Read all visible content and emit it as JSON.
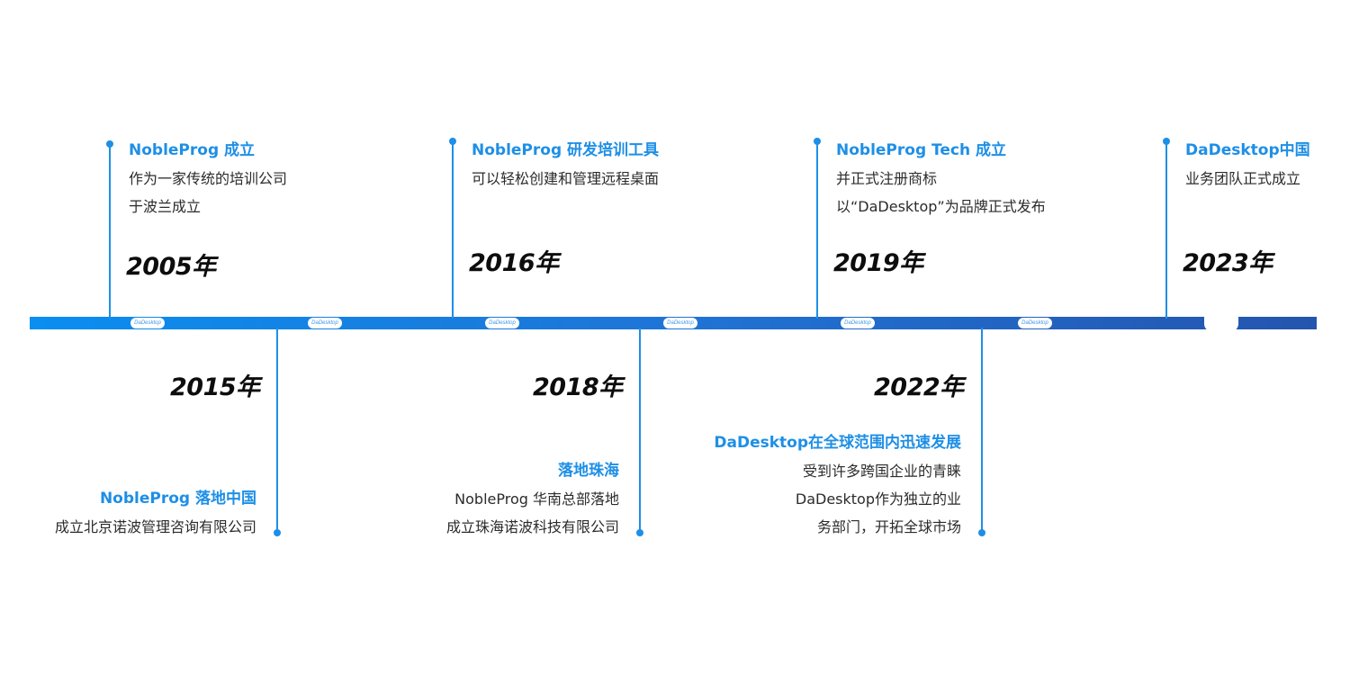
{
  "watermark": "DaDesktop",
  "events_top": [
    {
      "year": "2005年",
      "title": "NobleProg 成立",
      "lines": [
        "作为一家传统的培训公司",
        "于波兰成立"
      ]
    },
    {
      "year": "2016年",
      "title": "NobleProg 研发培训工具",
      "lines": [
        "可以轻松创建和管理远程桌面"
      ]
    },
    {
      "year": "2019年",
      "title": "NobleProg Tech 成立",
      "lines": [
        "并正式注册商标",
        "以“DaDesktop”为品牌正式发布"
      ]
    },
    {
      "year": "2023年",
      "title": "DaDesktop中国",
      "lines": [
        "业务团队正式成立"
      ]
    }
  ],
  "events_bottom": [
    {
      "year": "2015年",
      "title": "NobleProg 落地中国",
      "lines": [
        "成立北京诺波管理咨询有限公司"
      ]
    },
    {
      "year": "2018年",
      "title": "落地珠海",
      "lines": [
        "NobleProg 华南总部落地",
        "成立珠海诺波科技有限公司"
      ]
    },
    {
      "year": "2022年",
      "title": "DaDesktop在全球范围内迅速发展",
      "lines": [
        "受到许多跨国企业的青睐",
        "DaDesktop作为独立的业",
        "务部门，开拓全球市场"
      ]
    }
  ],
  "colors": {
    "accent": "#1e8fe6",
    "axis_start": "#0a8ef0",
    "axis_end": "#2455ae",
    "year": "#0d0d0d",
    "text": "#2b2b2b"
  }
}
